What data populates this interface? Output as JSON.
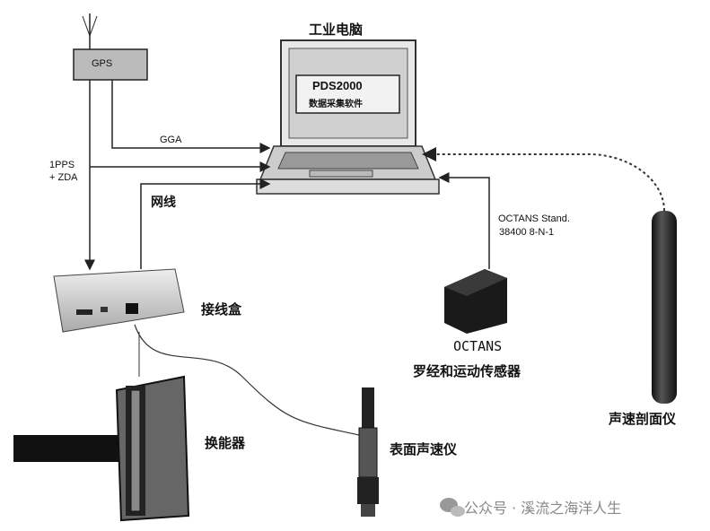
{
  "computer": {
    "title": "工业电脑",
    "software_name": "PDS2000",
    "software_desc": "数据采集软件"
  },
  "gps": {
    "label": "GPS",
    "output": "GGA"
  },
  "timing": {
    "line1": "1PPS",
    "line2": "+ ZDA"
  },
  "network": {
    "label": "网线"
  },
  "junction_box": {
    "label": "接线盒"
  },
  "octans": {
    "link_line1": "OCTANS Stand.",
    "link_line2": "38400 8-N-1",
    "name": "OCTANS",
    "desc": "罗经和运动传感器"
  },
  "svp": {
    "label": "声速剖面仪"
  },
  "transducer": {
    "label": "换能器"
  },
  "surface_sv": {
    "label": "表面声速仪"
  },
  "watermark": {
    "text": "公众号 · 溪流之海洋人生"
  }
}
